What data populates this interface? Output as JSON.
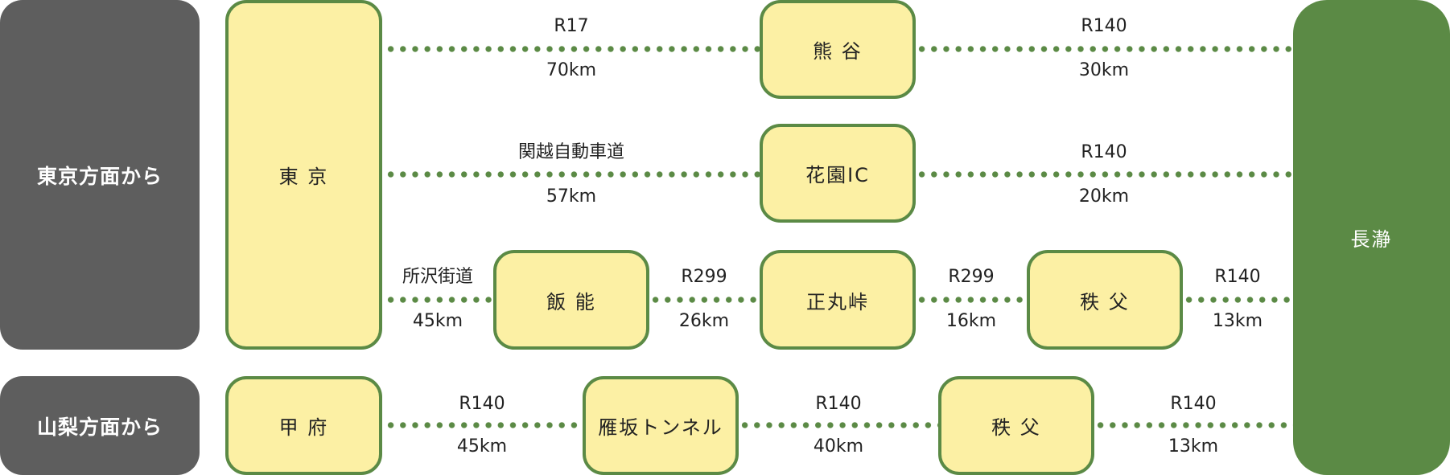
{
  "regions": {
    "tokyo": "東京方面から",
    "yamanashi": "山梨方面から"
  },
  "destination": "長瀞",
  "nodes": {
    "tokyo": "東 京",
    "kumagaya": "熊 谷",
    "hanazono": "花園IC",
    "hanno": "飯 能",
    "shomaru": "正丸峠",
    "chichibu1": "秩 父",
    "kofu": "甲 府",
    "karisaka": "雁坂トンネル",
    "chichibu2": "秩 父"
  },
  "routes": {
    "r1a": {
      "road": "R17",
      "dist": "70km"
    },
    "r1b": {
      "road": "R140",
      "dist": "30km"
    },
    "r2a": {
      "road": "関越自動車道",
      "dist": "57km"
    },
    "r2b": {
      "road": "R140",
      "dist": "20km"
    },
    "r3a": {
      "road": "所沢街道",
      "dist": "45km"
    },
    "r3b": {
      "road": "R299",
      "dist": "26km"
    },
    "r3c": {
      "road": "R299",
      "dist": "16km"
    },
    "r3d": {
      "road": "R140",
      "dist": "13km"
    },
    "r4a": {
      "road": "R140",
      "dist": "45km"
    },
    "r4b": {
      "road": "R140",
      "dist": "40km"
    },
    "r4c": {
      "road": "R140",
      "dist": "13km"
    }
  },
  "colors": {
    "green": "#5b8a45",
    "node_fill": "#fcf0a4",
    "region_gray": "#5e5e5e"
  }
}
